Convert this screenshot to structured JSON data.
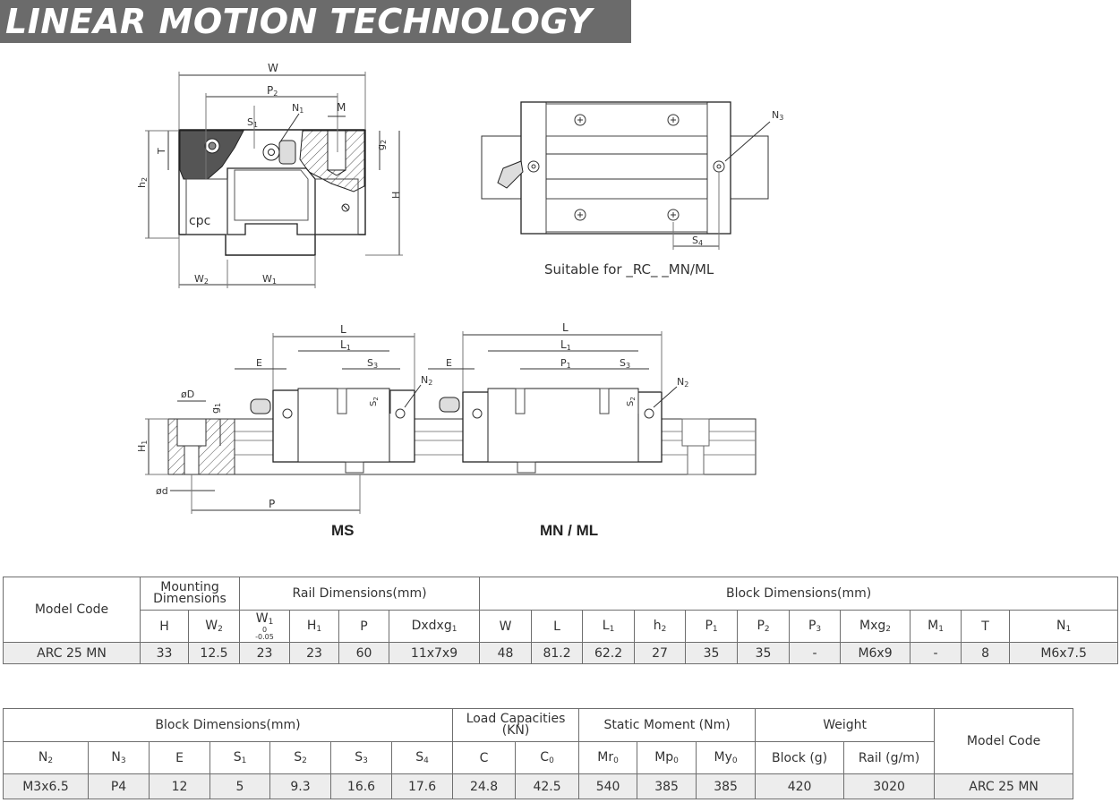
{
  "header": {
    "title": "LINEAR MOTION TECHNOLOGY"
  },
  "drawing": {
    "dims": {
      "W": "W",
      "P2": "P",
      "P2_sub": "2",
      "N1": "N",
      "N1_sub": "1",
      "M": "M",
      "S1": "S",
      "S1_sub": "1",
      "g2": "g",
      "g2_sub": "2",
      "T": "T",
      "h2": "h",
      "h2_sub": "2",
      "H": "H",
      "W2": "W",
      "W2_sub": "2",
      "W1": "W",
      "W1_sub": "1",
      "logo": "cpc",
      "N3": "N",
      "N3_sub": "3",
      "S4": "S",
      "S4_sub": "4",
      "L": "L",
      "L1": "L",
      "L1_sub": "1",
      "E": "E",
      "S3": "S",
      "S3_sub": "3",
      "N2": "N",
      "N2_sub": "2",
      "S2": "S",
      "S2_sub": "2",
      "P1": "P",
      "P1_sub": "1",
      "phiD": "øD",
      "g1": "g",
      "g1_sub": "1",
      "H1": "H",
      "H1_sub": "1",
      "phid": "ød",
      "P": "P"
    },
    "suitable_text": "Suitable for  _RC_ _MN/ML",
    "label_ms": "MS",
    "label_mnml": "MN / ML"
  },
  "table1": {
    "model_code": "Model Code",
    "mounting": "Mounting Dimensions",
    "rail": "Rail Dimensions(mm)",
    "block": "Block Dimensions(mm)",
    "h": {
      "H": "H",
      "W2": "W",
      "W2s": "2",
      "W1": "W",
      "W1s": "1",
      "W1tol_top": "0",
      "W1tol_bot": "-0.05",
      "H1": "H",
      "H1s": "1",
      "P": "P",
      "Ddg": "Dxdxg",
      "Ddgs": "1",
      "W": "W",
      "L": "L",
      "L1": "L",
      "L1s": "1",
      "h2": "h",
      "h2s": "2",
      "P1": "P",
      "P1s": "1",
      "P2": "P",
      "P2s": "2",
      "P3": "P",
      "P3s": "3",
      "Mg": "Mxg",
      "Mgs": "2",
      "M1": "M",
      "M1s": "1",
      "T": "T",
      "N1": "N",
      "N1s": "1"
    },
    "row": [
      "ARC 25 MN",
      "33",
      "12.5",
      "23",
      "23",
      "60",
      "11x7x9",
      "48",
      "81.2",
      "62.2",
      "27",
      "35",
      "35",
      "-",
      "M6x9",
      "-",
      "8",
      "M6x7.5"
    ]
  },
  "table2": {
    "block": "Block Dimensions(mm)",
    "load": "Load Capacities",
    "load_unit": "(KN)",
    "static": "Static Moment (Nm)",
    "weight": "Weight",
    "model_code": "Model Code",
    "h": {
      "N2": "N",
      "N2s": "2",
      "N3": "N",
      "N3s": "3",
      "E": "E",
      "S1": "S",
      "S1s": "1",
      "S2": "S",
      "S2s": "2",
      "S3": "S",
      "S3s": "3",
      "S4": "S",
      "S4s": "4",
      "C": "C",
      "C0": "C",
      "C0s": "0",
      "Mr0": "Mr",
      "Mr0s": "0",
      "Mp0": "Mp",
      "Mp0s": "0",
      "My0": "My",
      "My0s": "0",
      "block_g": "Block (g)",
      "rail_gm": "Rail (g/m)"
    },
    "row": [
      "M3x6.5",
      "P4",
      "12",
      "5",
      "9.3",
      "16.6",
      "17.6",
      "24.8",
      "42.5",
      "540",
      "385",
      "385",
      "420",
      "3020",
      "ARC 25 MN"
    ]
  }
}
